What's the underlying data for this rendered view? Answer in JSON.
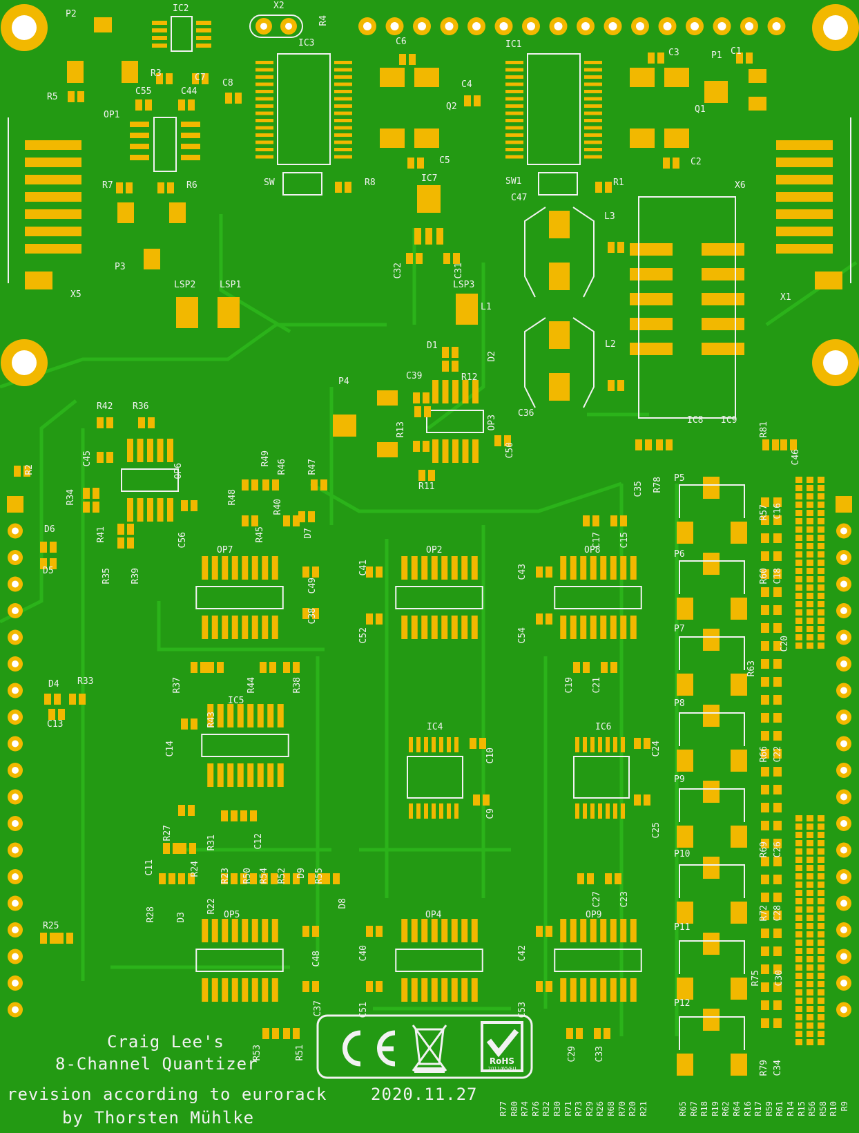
{
  "board": {
    "colors": {
      "board": "#239a13",
      "copper": "#2bb31a",
      "pad": "#f2b800",
      "silk": "#f2f2f2",
      "hole": "#ffffff"
    },
    "credits": {
      "line1": "Craig Lee's",
      "line2": "8-Channel Quantizer",
      "line3": "revision according to eurorack",
      "line4": "by Thorsten Mühlke",
      "date": "2020.11.27"
    },
    "logos": [
      "CE",
      "WEEE",
      "RoHS"
    ],
    "rohs_text": "RoHS",
    "rohs_sub": "2011/65/EU",
    "labels": {
      "P2": "P2",
      "IC2": "IC2",
      "X2": "X2",
      "R4": "R4",
      "IC3": "IC3",
      "C6": "C6",
      "IC1": "IC1",
      "C3": "C3",
      "P1": "P1",
      "C1": "C1",
      "R3": "R3",
      "C7": "C7",
      "R5": "R5",
      "C55": "C55",
      "C44": "C44",
      "C8": "C8",
      "OP1": "OP1",
      "C4": "C4",
      "Q2": "Q2",
      "Q1": "Q1",
      "C5": "C5",
      "C2": "C2",
      "R7": "R7",
      "R6": "R6",
      "SW": "SW",
      "R8": "R8",
      "IC7": "IC7",
      "SW1": "SW1",
      "R1": "R1",
      "C47": "C47",
      "X6": "X6",
      "L3": "L3",
      "P3": "P3",
      "X5": "X5",
      "X1": "X1",
      "C32": "C32",
      "C31": "C31",
      "LSP2": "LSP2",
      "LSP1": "LSP1",
      "LSP3": "LSP3",
      "L1": "L1",
      "D1": "D1",
      "D2": "D2",
      "L2": "L2",
      "C36": "C36",
      "P4": "P4",
      "C39": "C39",
      "R12": "R12",
      "R13": "R13",
      "OP3": "OP3",
      "C50": "C50",
      "R11": "R11",
      "IC8": "IC8",
      "IC9": "IC9",
      "R81": "R81",
      "C46": "C46",
      "C35": "C35",
      "R78": "R78",
      "R42": "R42",
      "R36": "R36",
      "C45": "C45",
      "OP6": "OP6",
      "R2": "R2",
      "R34": "R34",
      "R41": "R41",
      "C56": "C56",
      "R49": "R49",
      "R46": "R46",
      "R47": "R47",
      "R48": "R48",
      "R40": "R40",
      "R45": "R45",
      "D7": "D7",
      "D6": "D6",
      "D5": "D5",
      "R35": "R35",
      "R39": "R39",
      "OP7": "OP7",
      "C49": "C49",
      "C38": "C38",
      "C41": "C41",
      "OP2": "OP2",
      "C43": "C43",
      "OP8": "OP8",
      "C17": "C17",
      "C15": "C15",
      "P5": "P5",
      "R57": "R57",
      "C16": "C16",
      "P6": "P6",
      "R60": "R60",
      "C18": "C18",
      "C52": "C52",
      "C54": "C54",
      "C19": "C19",
      "C21": "C21",
      "P7": "P7",
      "R63": "R63",
      "C20": "C20",
      "R37": "R37",
      "R44": "R44",
      "R38": "R38",
      "D4": "D4",
      "R33": "R33",
      "C13": "C13",
      "R43": "R43",
      "IC5": "IC5",
      "C14": "C14",
      "IC4": "IC4",
      "C10": "C10",
      "IC6": "IC6",
      "C24": "C24",
      "P8": "P8",
      "R66": "R66",
      "C22": "C22",
      "C9": "C9",
      "C25": "C25",
      "P9": "P9",
      "R27": "R27",
      "R31": "R31",
      "C12": "C12",
      "C11": "C11",
      "R24": "R24",
      "R23": "R23",
      "R50": "R50",
      "R54": "R54",
      "R52": "R52",
      "D9": "D9",
      "R55": "R55",
      "R69": "R69",
      "C26": "C26",
      "P10": "P10",
      "R28": "R28",
      "D3": "D3",
      "R22": "R22",
      "D8": "D8",
      "C27": "C27",
      "C23": "C23",
      "R72": "R72",
      "C28": "C28",
      "R25": "R25",
      "OP5": "OP5",
      "C48": "C48",
      "C40": "C40",
      "OP4": "OP4",
      "C42": "C42",
      "OP9": "OP9",
      "P11": "P11",
      "R75": "R75",
      "C30": "C30",
      "C37": "C37",
      "C51": "C51",
      "C53": "C53",
      "R53": "R53",
      "R51": "R51",
      "C29": "C29",
      "C33": "C33",
      "P12": "P12",
      "R79": "R79",
      "C34": "C34"
    },
    "bottom_row": [
      "R77",
      "R80",
      "R74",
      "R76",
      "R32",
      "R30",
      "R71",
      "R73",
      "R29",
      "R26",
      "R68",
      "R70",
      "R20",
      "R21",
      "R65",
      "R67",
      "R18",
      "R19",
      "R62",
      "R64",
      "R16",
      "R17",
      "R59",
      "R61",
      "R14",
      "R15",
      "R56",
      "R58",
      "R10",
      "R9"
    ]
  }
}
